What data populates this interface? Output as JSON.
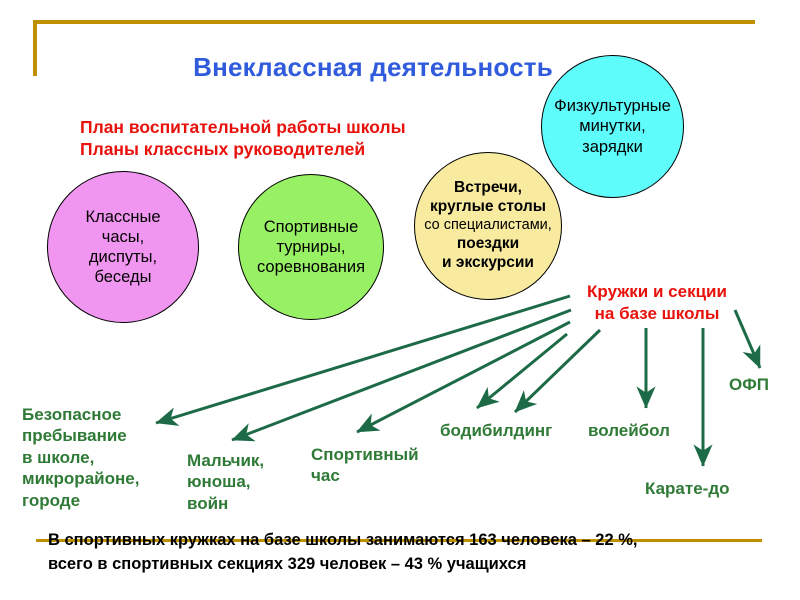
{
  "slide": {
    "title": "Внеклассная деятельность",
    "accent_blue": "#2f5bdc",
    "accent_red": "#e8110c",
    "accent_green": "#2f7a36",
    "accent_gold": "#bf9000",
    "arrow_color": "#1d6b46"
  },
  "plan_block": {
    "line1": "План воспитательной работы школы",
    "line2": "Планы классных руководителей"
  },
  "circles": [
    {
      "name": "klassnye-chasy",
      "color": "#f096f0",
      "lines": [
        {
          "text": "Классные",
          "light": false
        },
        {
          "text": "часы,",
          "light": false
        },
        {
          "text": "диспуты,",
          "light": false
        },
        {
          "text": "беседы",
          "light": false
        }
      ]
    },
    {
      "name": "sportivnye-turniry",
      "color": "#98f064",
      "lines": [
        {
          "text": "Спортивные",
          "light": false
        },
        {
          "text": "турниры,",
          "light": false
        },
        {
          "text": "соревнования",
          "light": false
        }
      ]
    },
    {
      "name": "vstrechi-kruglye-stoly",
      "color": "#f8eba0",
      "lines": [
        {
          "text": "Встречи,",
          "light": false
        },
        {
          "text": "круглые столы",
          "light": false
        },
        {
          "text": "со специалистами,",
          "light": true
        },
        {
          "text": "поездки",
          "light": false
        },
        {
          "text": "и экскурсии",
          "light": false
        }
      ]
    },
    {
      "name": "fizkulturnye-minutki",
      "color": "#5ffcfc",
      "lines": [
        {
          "text": "Физкультурные",
          "light": false
        },
        {
          "text": "минутки,",
          "light": false
        },
        {
          "text": "зарядки",
          "light": false
        }
      ]
    }
  ],
  "kruzhki": {
    "line1": "Кружки и секции",
    "line2": "на базе школы"
  },
  "leaves": {
    "bezopasnoe": "Безопасное\nпребывание\n в школе,\nмикрорайоне,\n городе",
    "malchik": "Мальчик,\nюноша,\nвойн",
    "sport_chas": "Спортивный\nчас",
    "bodibilding": "бодибилдинг",
    "voleybol": "волейбол",
    "ofp": "ОФП",
    "karate": "Карате-до"
  },
  "stats": {
    "text": "В спортивных кружках на базе школы занимаются 163 человека – 22 %,\nвсего в спортивных секциях 329 человек – 43 % учащихся",
    "sport_club_count": 163,
    "sport_club_percent": 22,
    "sport_section_count": 329,
    "sport_section_percent": 43
  }
}
